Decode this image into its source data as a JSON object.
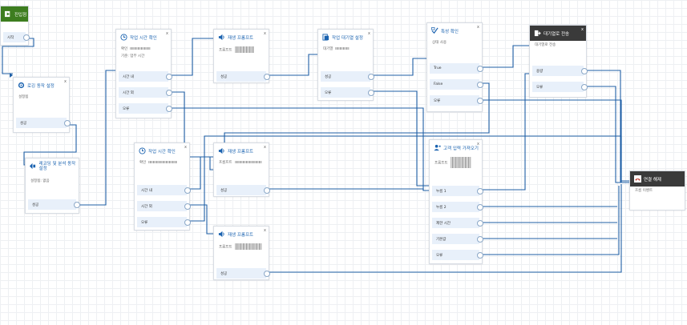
{
  "blocks": {
    "start": {
      "title": "진입점",
      "exits": [
        "시작"
      ]
    },
    "logging": {
      "title": "로깅 동작 설정",
      "body": "설정됨",
      "exits": [
        "성공"
      ]
    },
    "record": {
      "title": "레코딩 및 분석 동작 설정",
      "body": "설정됨: 없음",
      "exits": [
        "성공"
      ]
    },
    "hours1": {
      "title": "작업 시간 확인",
      "body": "확인",
      "body2": "기준: 업무 시간",
      "exits": [
        "시간 내",
        "시간 외",
        "오류"
      ]
    },
    "prompt1": {
      "title": "재생 프롬프트",
      "body": "프롬프트",
      "exits": [
        "성공"
      ]
    },
    "queue": {
      "title": "작업 대기열 설정",
      "body": "대기열",
      "exits": [
        "성공",
        "오류"
      ]
    },
    "check": {
      "title": "특성 확인",
      "body": "상태 사용",
      "exits": [
        "True",
        "False",
        "오류"
      ]
    },
    "transfer": {
      "title": "대기열로 전송",
      "body": "대기열로 전송",
      "exits": [
        "용량",
        "오류"
      ]
    },
    "hours2": {
      "title": "작업 시간 확인",
      "body": "확인",
      "exits": [
        "시간 내",
        "시간 외",
        "오류"
      ]
    },
    "prompt2": {
      "title": "재생 프롬프트",
      "body": "프롬프트",
      "exits": [
        "성공"
      ]
    },
    "prompt3": {
      "title": "재생 프롬프트",
      "body": "프롬프트",
      "exits": [
        "성공"
      ]
    },
    "input": {
      "title": "고객 입력 가져오기",
      "body": "프롬프트",
      "exits": [
        "누름 1",
        "누름 2",
        "제한 시간",
        "기본값",
        "오류"
      ]
    },
    "disconnect": {
      "title": "연결 해제",
      "body": "흐름 이벤트"
    }
  },
  "close_glyph": "x"
}
